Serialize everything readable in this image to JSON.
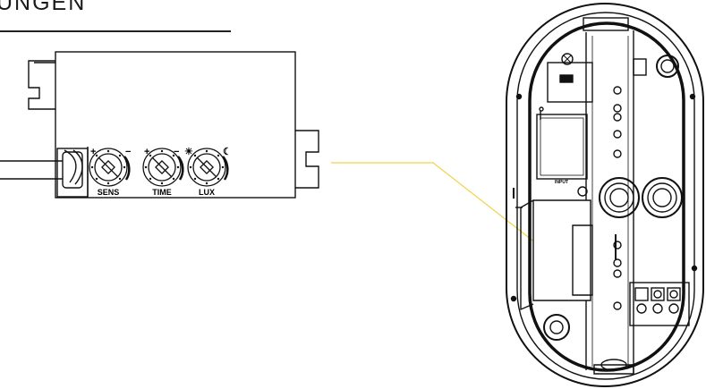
{
  "heading": {
    "text": "UNGEN"
  },
  "module": {
    "dials": [
      {
        "label": "SENS",
        "plus": "+",
        "minus": "−"
      },
      {
        "label": "TIME",
        "plus": "+",
        "minus": "−"
      },
      {
        "label": "LUX",
        "plus": "☀",
        "minus": "☾"
      }
    ]
  },
  "housing": {
    "input_label": "INPUT"
  },
  "colors": {
    "leader_line": "#f2d14a",
    "stroke": "#111111",
    "heading_rule": "#222222"
  }
}
